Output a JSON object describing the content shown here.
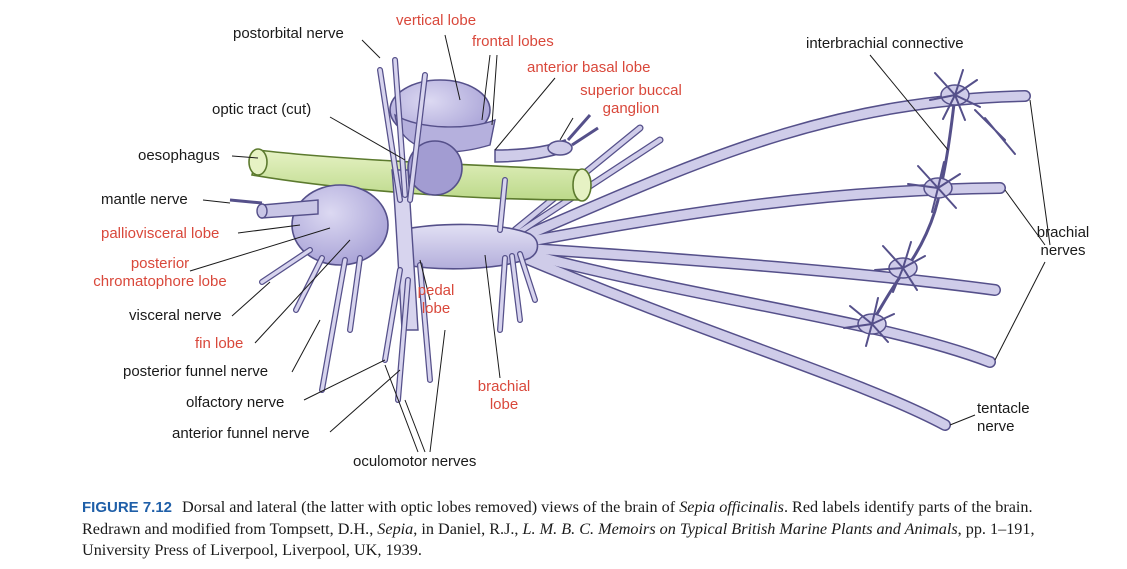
{
  "labels": {
    "postorbital_nerve": "postorbital nerve",
    "optic_tract": "optic tract (cut)",
    "oesophagus": "oesophagus",
    "mantle_nerve": "mantle nerve",
    "palliovisceral_lobe": "palliovisceral lobe",
    "posterior_chromatophore_line1": "posterior",
    "posterior_chromatophore_line2": "chromatophore lobe",
    "visceral_nerve": "visceral nerve",
    "fin_lobe": "fin lobe",
    "posterior_funnel_nerve": "posterior funnel nerve",
    "olfactory_nerve": "olfactory nerve",
    "anterior_funnel_nerve": "anterior funnel nerve",
    "oculomotor_nerves": "oculomotor nerves",
    "vertical_lobe": "vertical lobe",
    "frontal_lobes": "frontal lobes",
    "anterior_basal_lobe": "anterior basal lobe",
    "superior_buccal_line1": "superior buccal",
    "superior_buccal_line2": "ganglion",
    "pedal_lobe_line1": "pedal",
    "pedal_lobe_line2": "lobe",
    "brachial_lobe_line1": "brachial",
    "brachial_lobe_line2": "lobe",
    "interbrachial_connective": "interbrachial connective",
    "brachial_nerves_line1": "brachial",
    "brachial_nerves_line2": "nerves",
    "tentacle_nerve_line1": "tentacle",
    "tentacle_nerve_line2": "nerve"
  },
  "caption": {
    "figure_number": "FIGURE 7.12",
    "part1": "Dorsal and lateral (the latter with optic lobes removed) views of the brain of ",
    "species": "Sepia officinalis",
    "part2": ". Red labels identify parts of the brain. Redrawn and modified from Tompsett, D.H., ",
    "book": "Sepia",
    "part3": ", in Daniel, R.J., ",
    "series": "L. M. B. C. Memoirs on Typical British Marine Plants and Animals",
    "part4": ", pp. 1–191, University Press of Liverpool, Liverpool, UK, 1939."
  },
  "colors": {
    "nerve_fill": "#c9c6e6",
    "nerve_stroke": "#55508a",
    "lobe_fill": "#b5b0dd",
    "lobe_dark": "#9a94cc",
    "oesophagus_fill": "#d2e6a0",
    "oesophagus_stroke": "#5c7a2e",
    "red_label": "#d9483b",
    "black_label": "#1a1a1a",
    "caption_figure_number": "#1f5fa8"
  }
}
